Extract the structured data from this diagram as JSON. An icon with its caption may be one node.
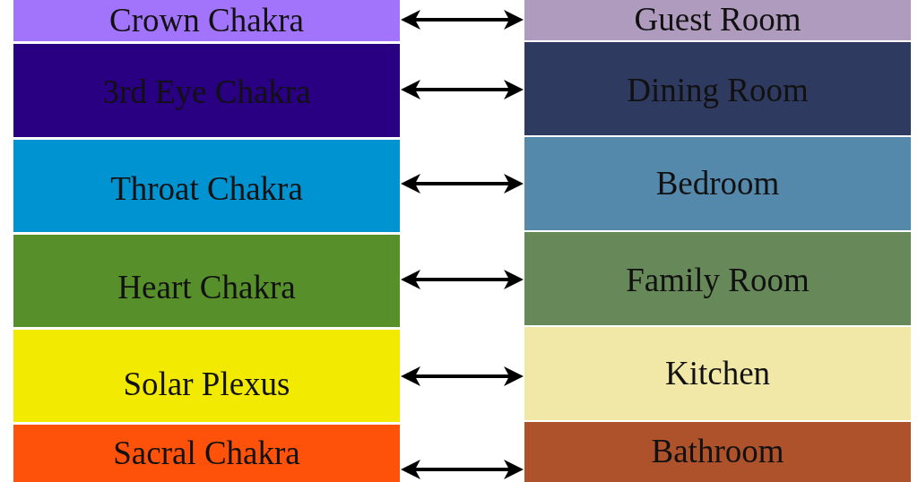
{
  "diagram": {
    "nodes": [
      {
        "text": [
          "Crown Chakra"
        ]
      },
      {
        "text": [
          "Guest Room"
        ]
      },
      {
        "text": [
          "3rd Eye Chakra"
        ]
      },
      {
        "text": [
          "Dining Room"
        ]
      },
      {
        "text": [
          "Throat Chakra"
        ]
      },
      {
        "text": [
          "Bedroom"
        ]
      },
      {
        "text": [
          "Heart Chakra"
        ]
      },
      {
        "text": [
          "Family Room"
        ]
      },
      {
        "text": [
          "Solar Plexus"
        ]
      },
      {
        "text": [
          "Kitchen"
        ]
      },
      {
        "text": [
          "Sacral Chakra"
        ]
      },
      {
        "text": [
          "Bathroom"
        ]
      }
    ],
    "edges": [
      {
        "from": 0,
        "to": 1,
        "arrow": "both"
      },
      {
        "from": 2,
        "to": 3,
        "arrow": "both"
      },
      {
        "from": 4,
        "to": 5,
        "arrow": "both"
      },
      {
        "from": 6,
        "to": 7,
        "arrow": "both"
      },
      {
        "from": 8,
        "to": 9,
        "arrow": "both"
      },
      {
        "from": 10,
        "to": 11,
        "arrow": "both"
      }
    ]
  }
}
